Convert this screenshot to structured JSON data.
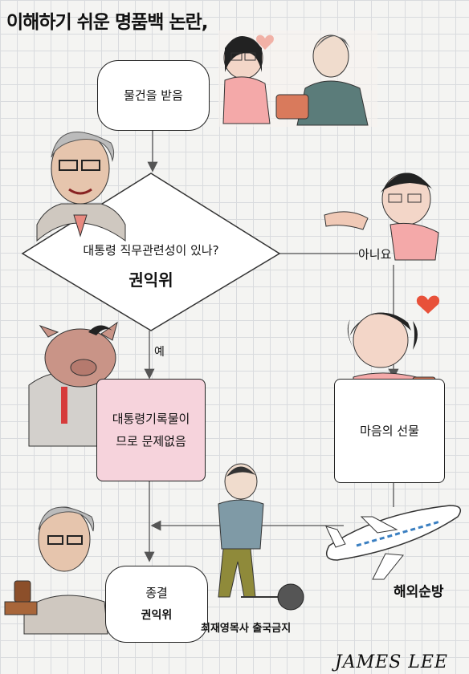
{
  "title": "이해하기 쉬운 명품백 논란,",
  "nodes": {
    "receive": "물건을 받음",
    "question": "대통령 직무관련성이 있나?",
    "question_org": "권익위",
    "record_line1": "대통령기록물이",
    "record_line2": "므로 문제없음",
    "gift": "마음의 선물",
    "end": "종결",
    "end_org": "권익위"
  },
  "labels": {
    "yes": "예",
    "no": "아니요",
    "trip": "해외순방",
    "ban": "최재영목사 출국금지"
  },
  "signature": "JAMES LEE",
  "colors": {
    "record_box": "#f6d3dc",
    "heart": "#e8513a"
  }
}
